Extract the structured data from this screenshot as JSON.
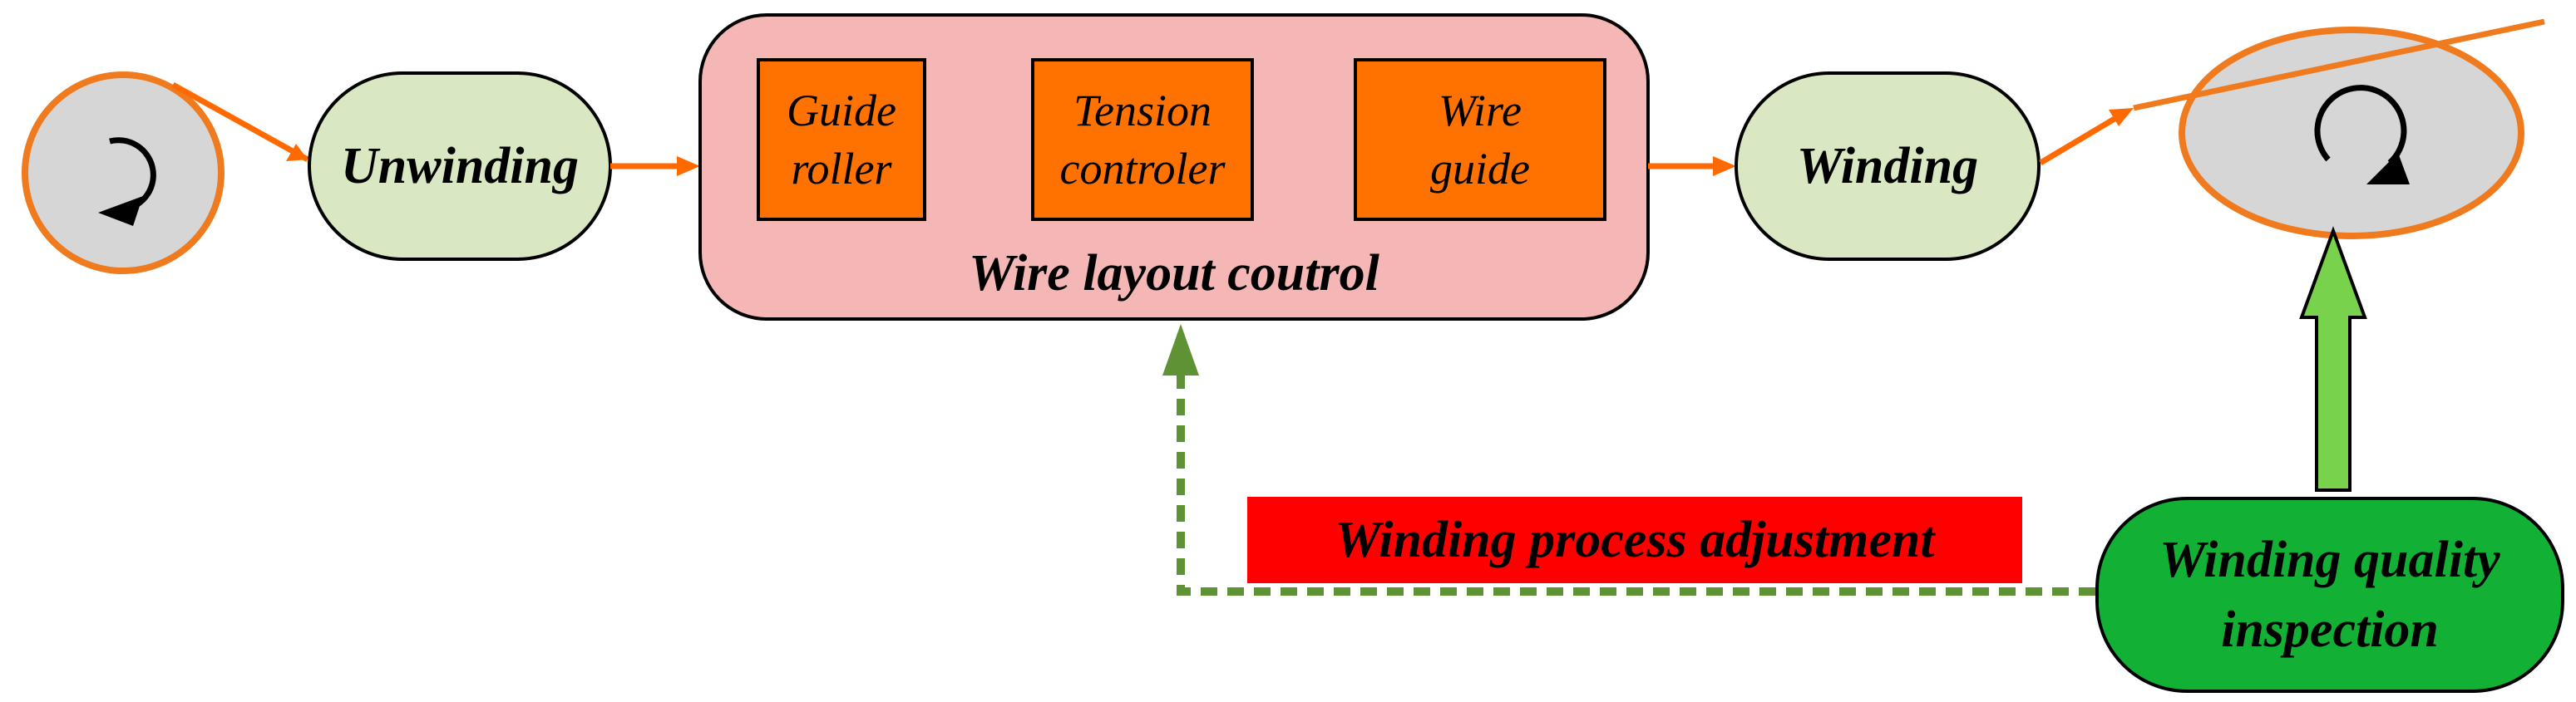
{
  "colors": {
    "arrow_orange": "#FF6A00",
    "reel_fill": "#D6D6D6",
    "reel_outline": "#F07A1E",
    "process_fill": "#D9E7C3",
    "control_fill": "#F4B7B5",
    "sub_box_fill": "#FF7200",
    "feedback_green": "#5F9234",
    "inspection_fill": "#12B034",
    "up_arrow_fill": "#79D24B",
    "adjust_banner_fill": "#FF0000"
  },
  "nodes": {
    "unwinding_label": "Unwinding",
    "winding_label": "Winding",
    "control_title": "Wire layout coutrol",
    "sub_boxes": [
      {
        "line1": "Guide",
        "line2": "roller"
      },
      {
        "line1": "Tension",
        "line2": "controler"
      },
      {
        "line1": "Wire",
        "line2": "guide"
      }
    ],
    "inspection_line1": "Winding quality",
    "inspection_line2": "inspection",
    "adjustment_label": "Winding process adjustment"
  },
  "icons": {
    "left_reel": "counterclockwise-arrow-icon",
    "right_reel": "clockwise-arrow-icon"
  }
}
